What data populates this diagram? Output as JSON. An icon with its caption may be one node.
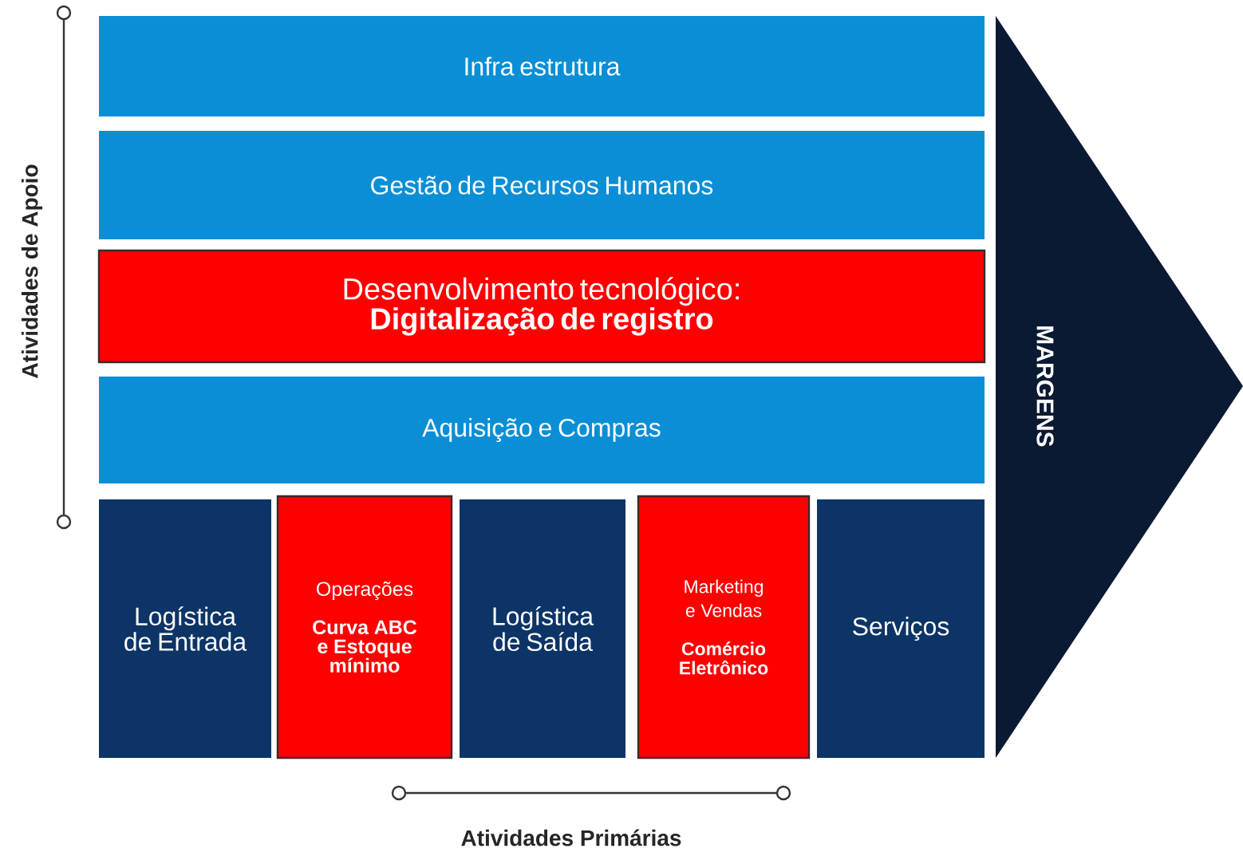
{
  "diagram": {
    "nodes": [
      {
        "text": [
          "Infra estrutura"
        ]
      },
      {
        "text": [
          "Gestão de Recursos Humanos"
        ]
      },
      {
        "text": [
          "Desenvolvimento tecnológico:",
          "Digitalização de registro"
        ]
      },
      {
        "text": [
          "Aquisição e Compras"
        ]
      },
      {
        "text": [
          "Logística de Entrada"
        ]
      },
      {
        "text": [
          "Operações",
          "Curva ABC e Estoque mínimo"
        ]
      },
      {
        "text": [
          "Logística de Saída"
        ]
      },
      {
        "text": [
          "Marketing e Vendas",
          "Comércio Eletrônico"
        ]
      },
      {
        "text": [
          "Serviços"
        ]
      },
      {
        "text": [
          "MARGENS"
        ]
      }
    ],
    "edges": [],
    "labels": [
      "Atividades de Apoio",
      "Atividades Primárias"
    ]
  }
}
